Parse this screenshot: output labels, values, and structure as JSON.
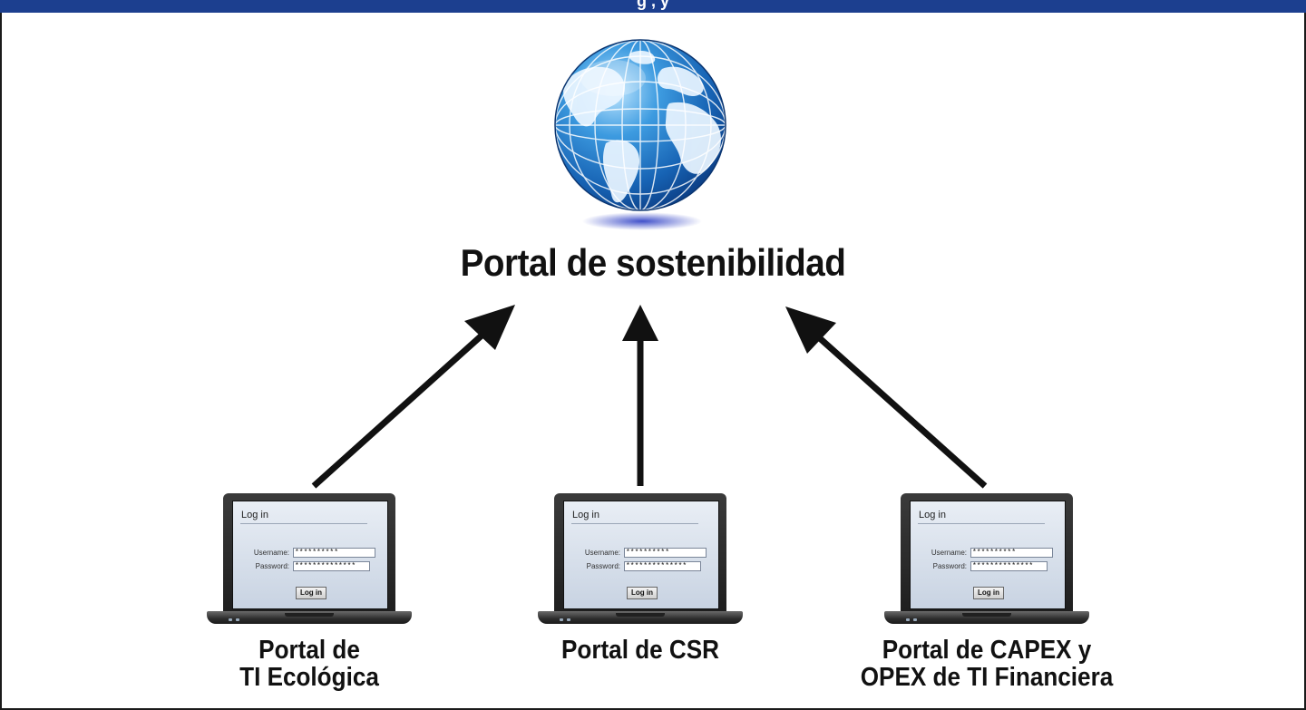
{
  "header": {
    "banner_text": "g                                                         ,                 y"
  },
  "hub": {
    "icon": "globe-icon",
    "title": "Portal de sostenibilidad"
  },
  "laptop_screen": {
    "title": "Log in",
    "username_label": "Username:",
    "username_value": "**********",
    "password_label": "Password:",
    "password_value": "**************",
    "button_label": "Log in"
  },
  "portals": [
    {
      "line1": "Portal de",
      "line2": "TI Ecológica"
    },
    {
      "line1": "Portal de CSR",
      "line2": ""
    },
    {
      "line1": "Portal de CAPEX y",
      "line2": "OPEX de TI Financiera"
    }
  ],
  "colors": {
    "banner": "#1c3f8f",
    "arrow": "#111111",
    "globe": "#2a7fc7"
  }
}
